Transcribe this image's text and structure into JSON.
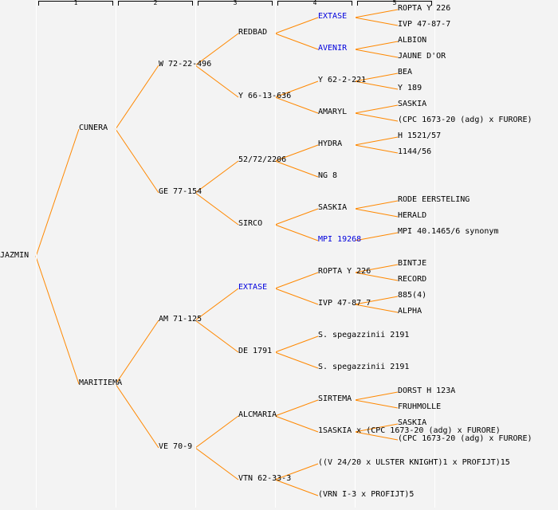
{
  "columns": [
    "1",
    "2",
    "3",
    "4",
    "5"
  ],
  "colors": {
    "line": "#ff8800",
    "link": "#0000dd",
    "text": "#000000",
    "background": "#f3f3f3"
  },
  "tree": {
    "name": "JAZMIN",
    "parents": [
      {
        "name": "CUNERA",
        "parents": [
          {
            "name": "W 72-22-496",
            "parents": [
              {
                "name": "REDBAD",
                "parents": [
                  {
                    "name": "EXTASE",
                    "link": true,
                    "parents": [
                      {
                        "name": "ROPTA Y 226"
                      },
                      {
                        "name": "IVP 47-87-7"
                      }
                    ]
                  },
                  {
                    "name": "AVENIR",
                    "link": true,
                    "parents": [
                      {
                        "name": "ALBION"
                      },
                      {
                        "name": "JAUNE D'OR"
                      }
                    ]
                  }
                ]
              },
              {
                "name": "Y 66-13-636",
                "parents": [
                  {
                    "name": "Y 62-2-221",
                    "parents": [
                      {
                        "name": "BEA"
                      },
                      {
                        "name": "Y 189"
                      }
                    ]
                  },
                  {
                    "name": "AMARYL",
                    "parents": [
                      {
                        "name": "SASKIA"
                      },
                      {
                        "name": "(CPC 1673-20 (adg) x FURORE)"
                      }
                    ]
                  }
                ]
              }
            ]
          },
          {
            "name": "GE 77-154",
            "parents": [
              {
                "name": "52/72/2206",
                "parents": [
                  {
                    "name": "HYDRA",
                    "parents": [
                      {
                        "name": "H 1521/57"
                      },
                      {
                        "name": "1144/56"
                      }
                    ]
                  },
                  {
                    "name": "NG 8"
                  }
                ]
              },
              {
                "name": "SIRCO",
                "parents": [
                  {
                    "name": "SASKIA",
                    "parents": [
                      {
                        "name": "RODE EERSTELING"
                      },
                      {
                        "name": "HERALD"
                      }
                    ]
                  },
                  {
                    "name": "MPI 19268",
                    "link": true,
                    "parents": [
                      {
                        "name": "MPI 40.1465/6 synonym"
                      },
                      null
                    ]
                  }
                ]
              }
            ]
          }
        ]
      },
      {
        "name": "MARITIEMA",
        "parents": [
          {
            "name": "AM 71-125",
            "parents": [
              {
                "name": "EXTASE",
                "link": true,
                "parents": [
                  {
                    "name": "ROPTA Y 226",
                    "parents": [
                      {
                        "name": "BINTJE"
                      },
                      {
                        "name": "RECORD"
                      }
                    ]
                  },
                  {
                    "name": "IVP 47-87 7",
                    "parents": [
                      {
                        "name": "885(4)"
                      },
                      {
                        "name": "ALPHA"
                      }
                    ]
                  }
                ]
              },
              {
                "name": "DE 1791",
                "parents": [
                  {
                    "name": "S. spegazzinii 2191"
                  },
                  {
                    "name": "S. spegazzinii 2191"
                  }
                ]
              }
            ]
          },
          {
            "name": "VE 70-9",
            "parents": [
              {
                "name": "ALCMARIA",
                "parents": [
                  {
                    "name": "SIRTEMA",
                    "parents": [
                      {
                        "name": "DORST H 123A"
                      },
                      {
                        "name": "FRUHMOLLE"
                      }
                    ]
                  },
                  {
                    "name": "1SASKIA x (CPC 1673-20 (adg) x FURORE)",
                    "parents": [
                      {
                        "name": "SASKIA"
                      },
                      {
                        "name": "(CPC 1673-20 (adg) x FURORE)"
                      }
                    ]
                  }
                ]
              },
              {
                "name": "VTN 62-33-3",
                "parents": [
                  {
                    "name": "((V 24/20 x ULSTER KNIGHT)1 x PROFIJT)15"
                  },
                  {
                    "name": "(VRN I-3 x PROFIJT)5"
                  }
                ]
              }
            ]
          }
        ]
      }
    ]
  }
}
